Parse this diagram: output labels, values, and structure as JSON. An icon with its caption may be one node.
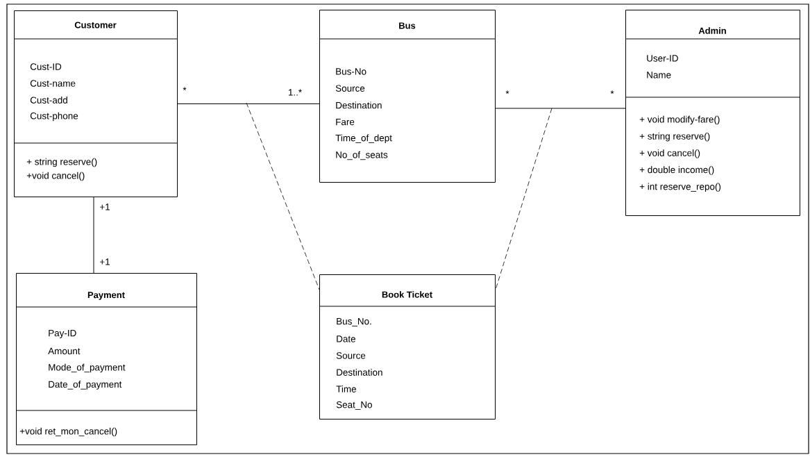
{
  "diagram": {
    "nodes": [
      {
        "text": [
          "Customer",
          "Cust-ID",
          "Cust-name",
          "Cust-add",
          "Cust-phone",
          "+ string reserve()",
          "+void cancel()"
        ]
      },
      {
        "text": [
          "Bus",
          "Bus-No",
          "Source",
          "Destination",
          "Fare",
          "Time_of_dept",
          "No_of_seats"
        ]
      },
      {
        "text": [
          "Admin",
          "User-ID",
          "Name",
          "+ void modify-fare()",
          "+ string reserve()",
          "+ void cancel()",
          "+ double income()",
          "+  int   reserve_repo()"
        ]
      },
      {
        "text": [
          "Payment",
          "Pay-ID",
          "Amount",
          "Mode_of_payment",
          "Date_of_payment",
          "+void ret_mon_cancel()"
        ]
      },
      {
        "text": [
          "Book Ticket",
          "Bus_No.",
          "Date",
          "Source",
          "Destination",
          "Time",
          "Seat_No"
        ]
      }
    ],
    "edges": [
      {
        "from": 0,
        "to": 1,
        "arrow": "none"
      },
      {
        "from": 1,
        "to": 2,
        "arrow": "none"
      },
      {
        "from": 0,
        "to": 3,
        "arrow": "none"
      },
      {
        "from": null,
        "to": 4,
        "arrow": "none",
        "style": "dashed"
      },
      {
        "from": null,
        "to": 4,
        "arrow": "none",
        "style": "dashed"
      }
    ],
    "labels": [
      "*",
      "1..*",
      "*",
      "*",
      "+1",
      "+1"
    ]
  }
}
